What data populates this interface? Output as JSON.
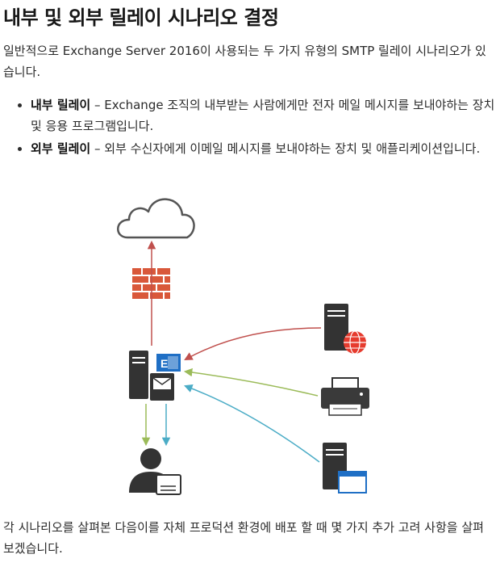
{
  "title": "내부 및 외부 릴레이 시나리오 결정",
  "intro": "일반적으로 Exchange Server 2016이 사용되는 두 가지 유형의 SMTP 릴레이 시나리오가 있습니다.",
  "bullets": [
    {
      "term": "내부 릴레이",
      "text": " – Exchange 조직의 내부받는 사람에게만 전자 메일 메시지를 보내야하는 장치 및 응용 프로그램입니다."
    },
    {
      "term": "외부 릴레이",
      "text": " – 외부 수신자에게 이메일 메시지를 보내야하는 장치 및 애플리케이션입니다."
    }
  ],
  "outro": "각 시나리오를 살펴본 다음이를 자체 프로덕션 환경에 배포 할 때 몇 가지 추가 고려 사항을 살펴 보겠습니다.",
  "diagram": {
    "icons": [
      "cloud-icon",
      "firewall-icon",
      "exchange-server-icon",
      "user-mail-icon",
      "web-server-icon",
      "printer-icon",
      "app-server-icon"
    ],
    "colors": {
      "red": "#c0504d",
      "green": "#9bbb59",
      "blue": "#4bacc6",
      "dark": "#333333",
      "brick": "#d9583a",
      "exchange": "#1f6fc5"
    }
  }
}
